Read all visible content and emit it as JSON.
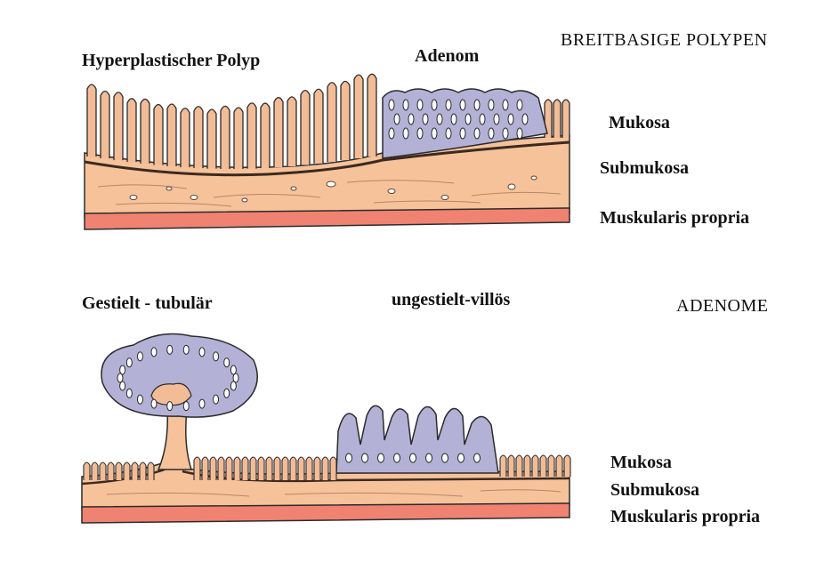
{
  "top": {
    "heading": "BREITBASIGE POLYPEN",
    "label_left": "Hyperplastischer Polyp",
    "label_right": "Adenom",
    "layers": [
      "Mukosa",
      "Submukosa",
      "Muskularis propria"
    ]
  },
  "bottom": {
    "heading": "ADENOME",
    "label_left": "Gestielt - tubulär",
    "label_right": "ungestielt-villös",
    "layers": [
      "Mukosa",
      "Submukosa",
      "Muskularis propria"
    ]
  },
  "colors": {
    "submucosa": "#f6c29a",
    "muscularis": "#f08272",
    "mucosa_normal": "#f2bc97",
    "adenoma": "#b3b1d6",
    "outline": "#2b2b2b"
  }
}
